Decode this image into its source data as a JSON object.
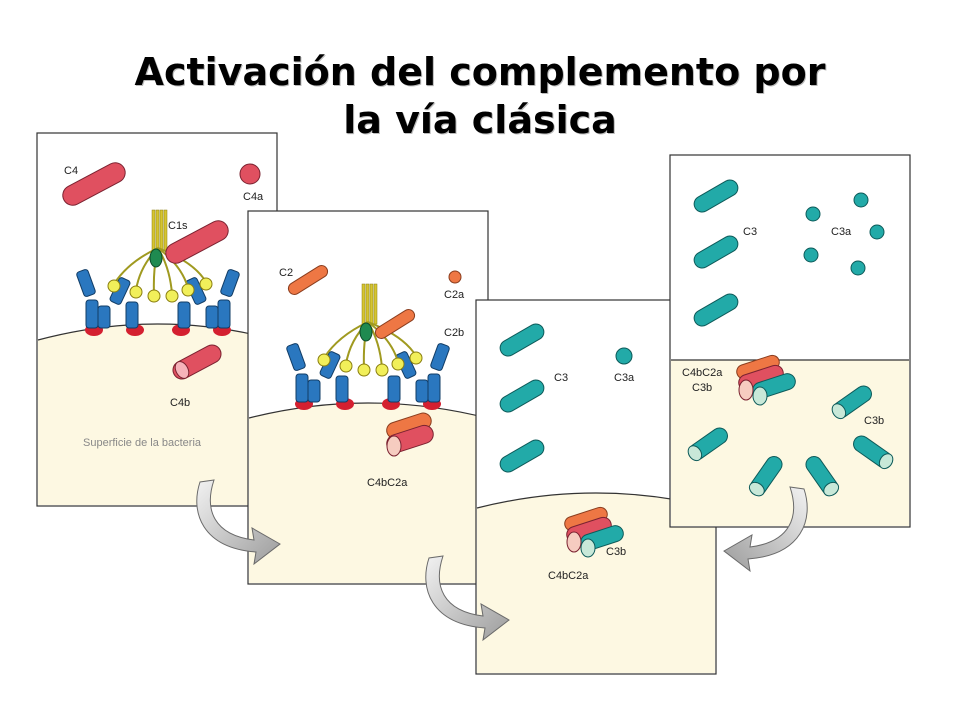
{
  "title": {
    "line1": "Activación del complemento por",
    "line2": "la vía clásica"
  },
  "panels": [
    {
      "labels": {
        "c4": "C4",
        "c4a": "C4a",
        "c1s": "C1s",
        "c4b": "C4b",
        "surface": "Superficie de la bacteria"
      }
    },
    {
      "labels": {
        "c2": "C2",
        "c2a": "C2a",
        "c2b": "C2b",
        "c4bc2a": "C4bC2a"
      }
    },
    {
      "labels": {
        "c3": "C3",
        "c3a": "C3a",
        "c3b": "C3b",
        "c4bc2a": "C4bC2a"
      }
    },
    {
      "labels": {
        "c3": "C3",
        "c3a": "C3a",
        "c4bc2a": "C4bC2a",
        "c3b_complex": "C3b",
        "c3b": "C3b"
      }
    }
  ],
  "colors": {
    "c4": "#e05060",
    "c2": "#ee7744",
    "c3": "#22aaa8",
    "surface": "#fdf8e2",
    "antibody": "#2a77bf",
    "c1q": "#e8e840",
    "arrow": "#bfbfbf"
  }
}
